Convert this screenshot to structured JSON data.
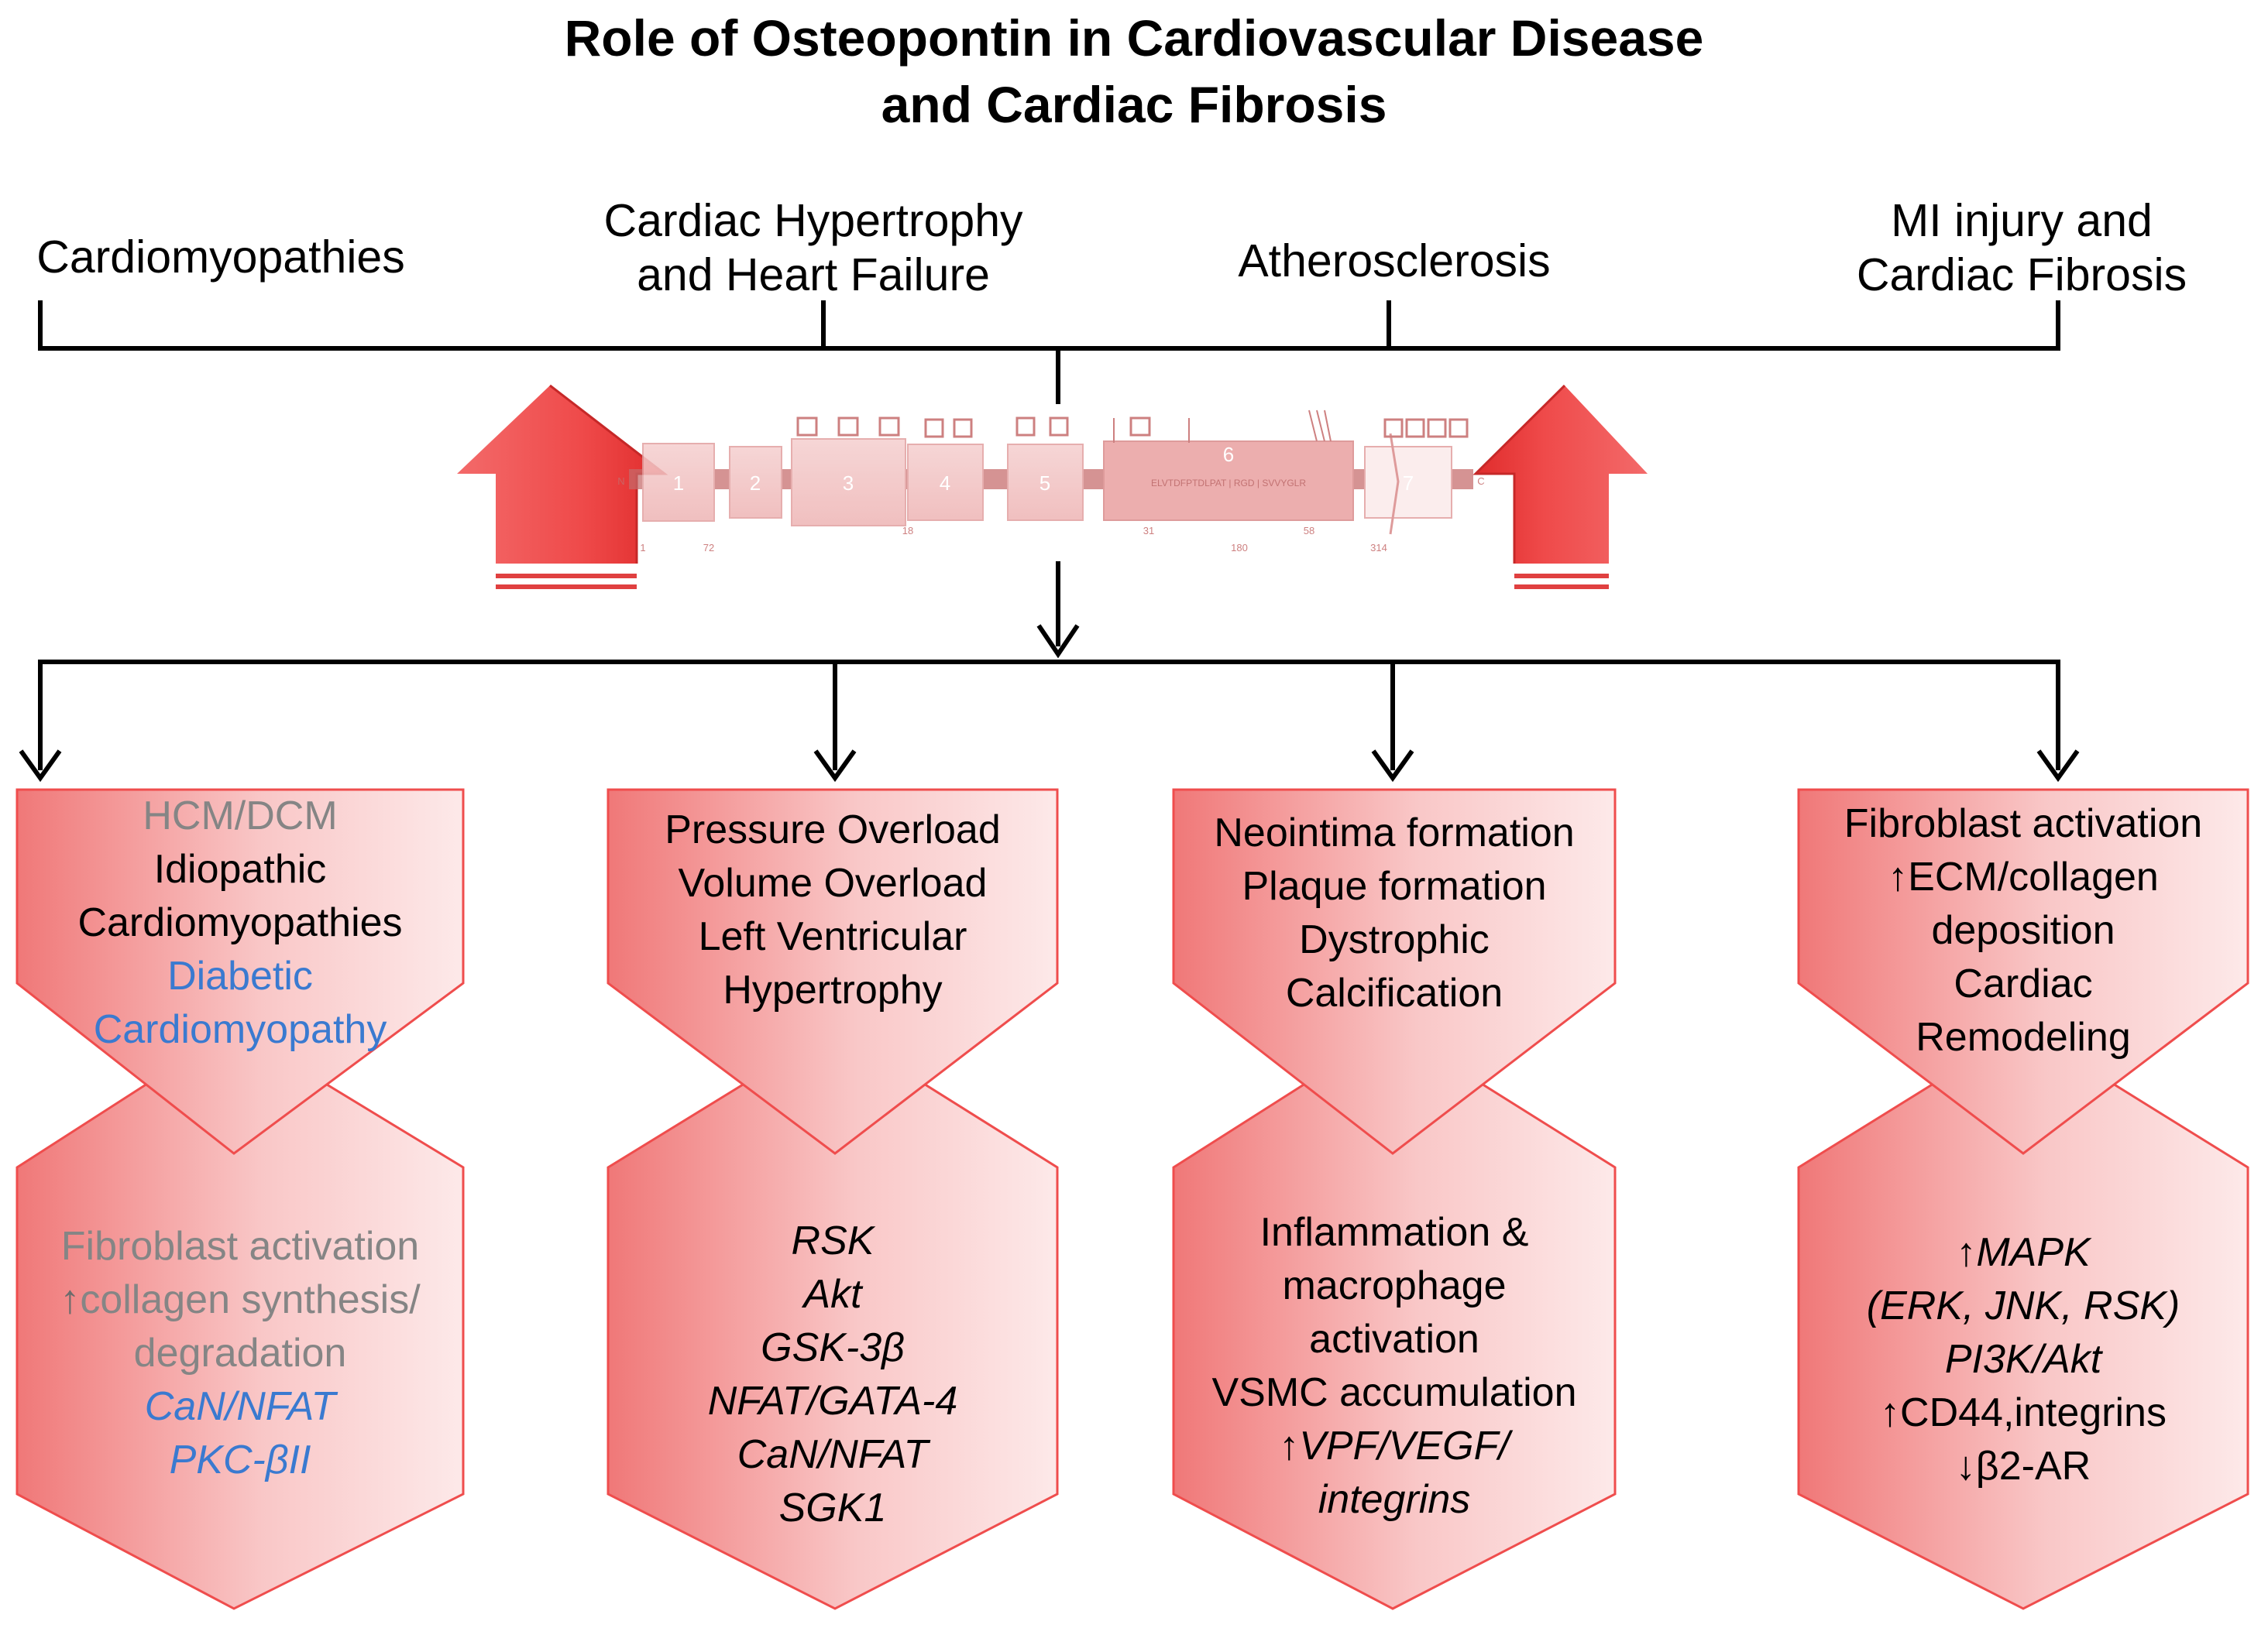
{
  "title": {
    "line1": "Role of Osteopontin in Cardiovascular Disease",
    "line2": "and Cardiac Fibrosis"
  },
  "categories": [
    {
      "line1": "Cardiomyopathies",
      "line2": ""
    },
    {
      "line1": "Cardiac Hypertrophy",
      "line2": "and Heart Failure"
    },
    {
      "line1": "Atherosclerosis",
      "line2": ""
    },
    {
      "line1": "MI injury and",
      "line2": "Cardiac Fibrosis"
    }
  ],
  "protein_diagram": {
    "domains": [
      "1",
      "2",
      "3",
      "4",
      "5",
      "6",
      "7"
    ],
    "n_label": "N",
    "c_label": "C",
    "motif_text": "ELVTDFPTDLPAT | RGD | SVVYGLR",
    "residues": [
      "1",
      "72",
      "18",
      "31",
      "180",
      "58",
      "314"
    ]
  },
  "columns": [
    {
      "top": [
        "HCM/DCM",
        "Idiopathic",
        "Cardiomyopathies",
        "Diabetic",
        "Cardiomyopathy"
      ],
      "bottom": [
        "Fibroblast activation",
        "collagen synthesis/",
        "degradation",
        "CaN/NFAT",
        "PKC-βII"
      ]
    },
    {
      "top": [
        "Pressure Overload",
        "Volume Overload",
        "Left Ventricular",
        "Hypertrophy"
      ],
      "bottom": [
        "RSK",
        "Akt",
        "GSK-3β",
        "NFAT/GATA-4",
        "CaN/NFAT",
        "SGK1"
      ]
    },
    {
      "top": [
        "Neointima formation",
        "Plaque formation",
        "Dystrophic",
        "Calcification"
      ],
      "bottom": [
        "Inflammation &",
        "macrophage",
        "activation",
        "VSMC accumulation",
        "VPF/VEGF/",
        "integrins"
      ]
    },
    {
      "top": [
        "Fibroblast activation",
        "ECM/collagen",
        "deposition",
        "Cardiac",
        "Remodeling"
      ],
      "bottom": [
        "MAPK",
        "(ERK, JNK, RSK)",
        "PI3K/Akt",
        "CD44,integrins",
        "β2-AR"
      ]
    }
  ],
  "colors": {
    "arrow_red": "#f04e4e",
    "box_pink": "#f07878",
    "text_grey": "#858585",
    "text_blue": "#3a7ad0"
  }
}
